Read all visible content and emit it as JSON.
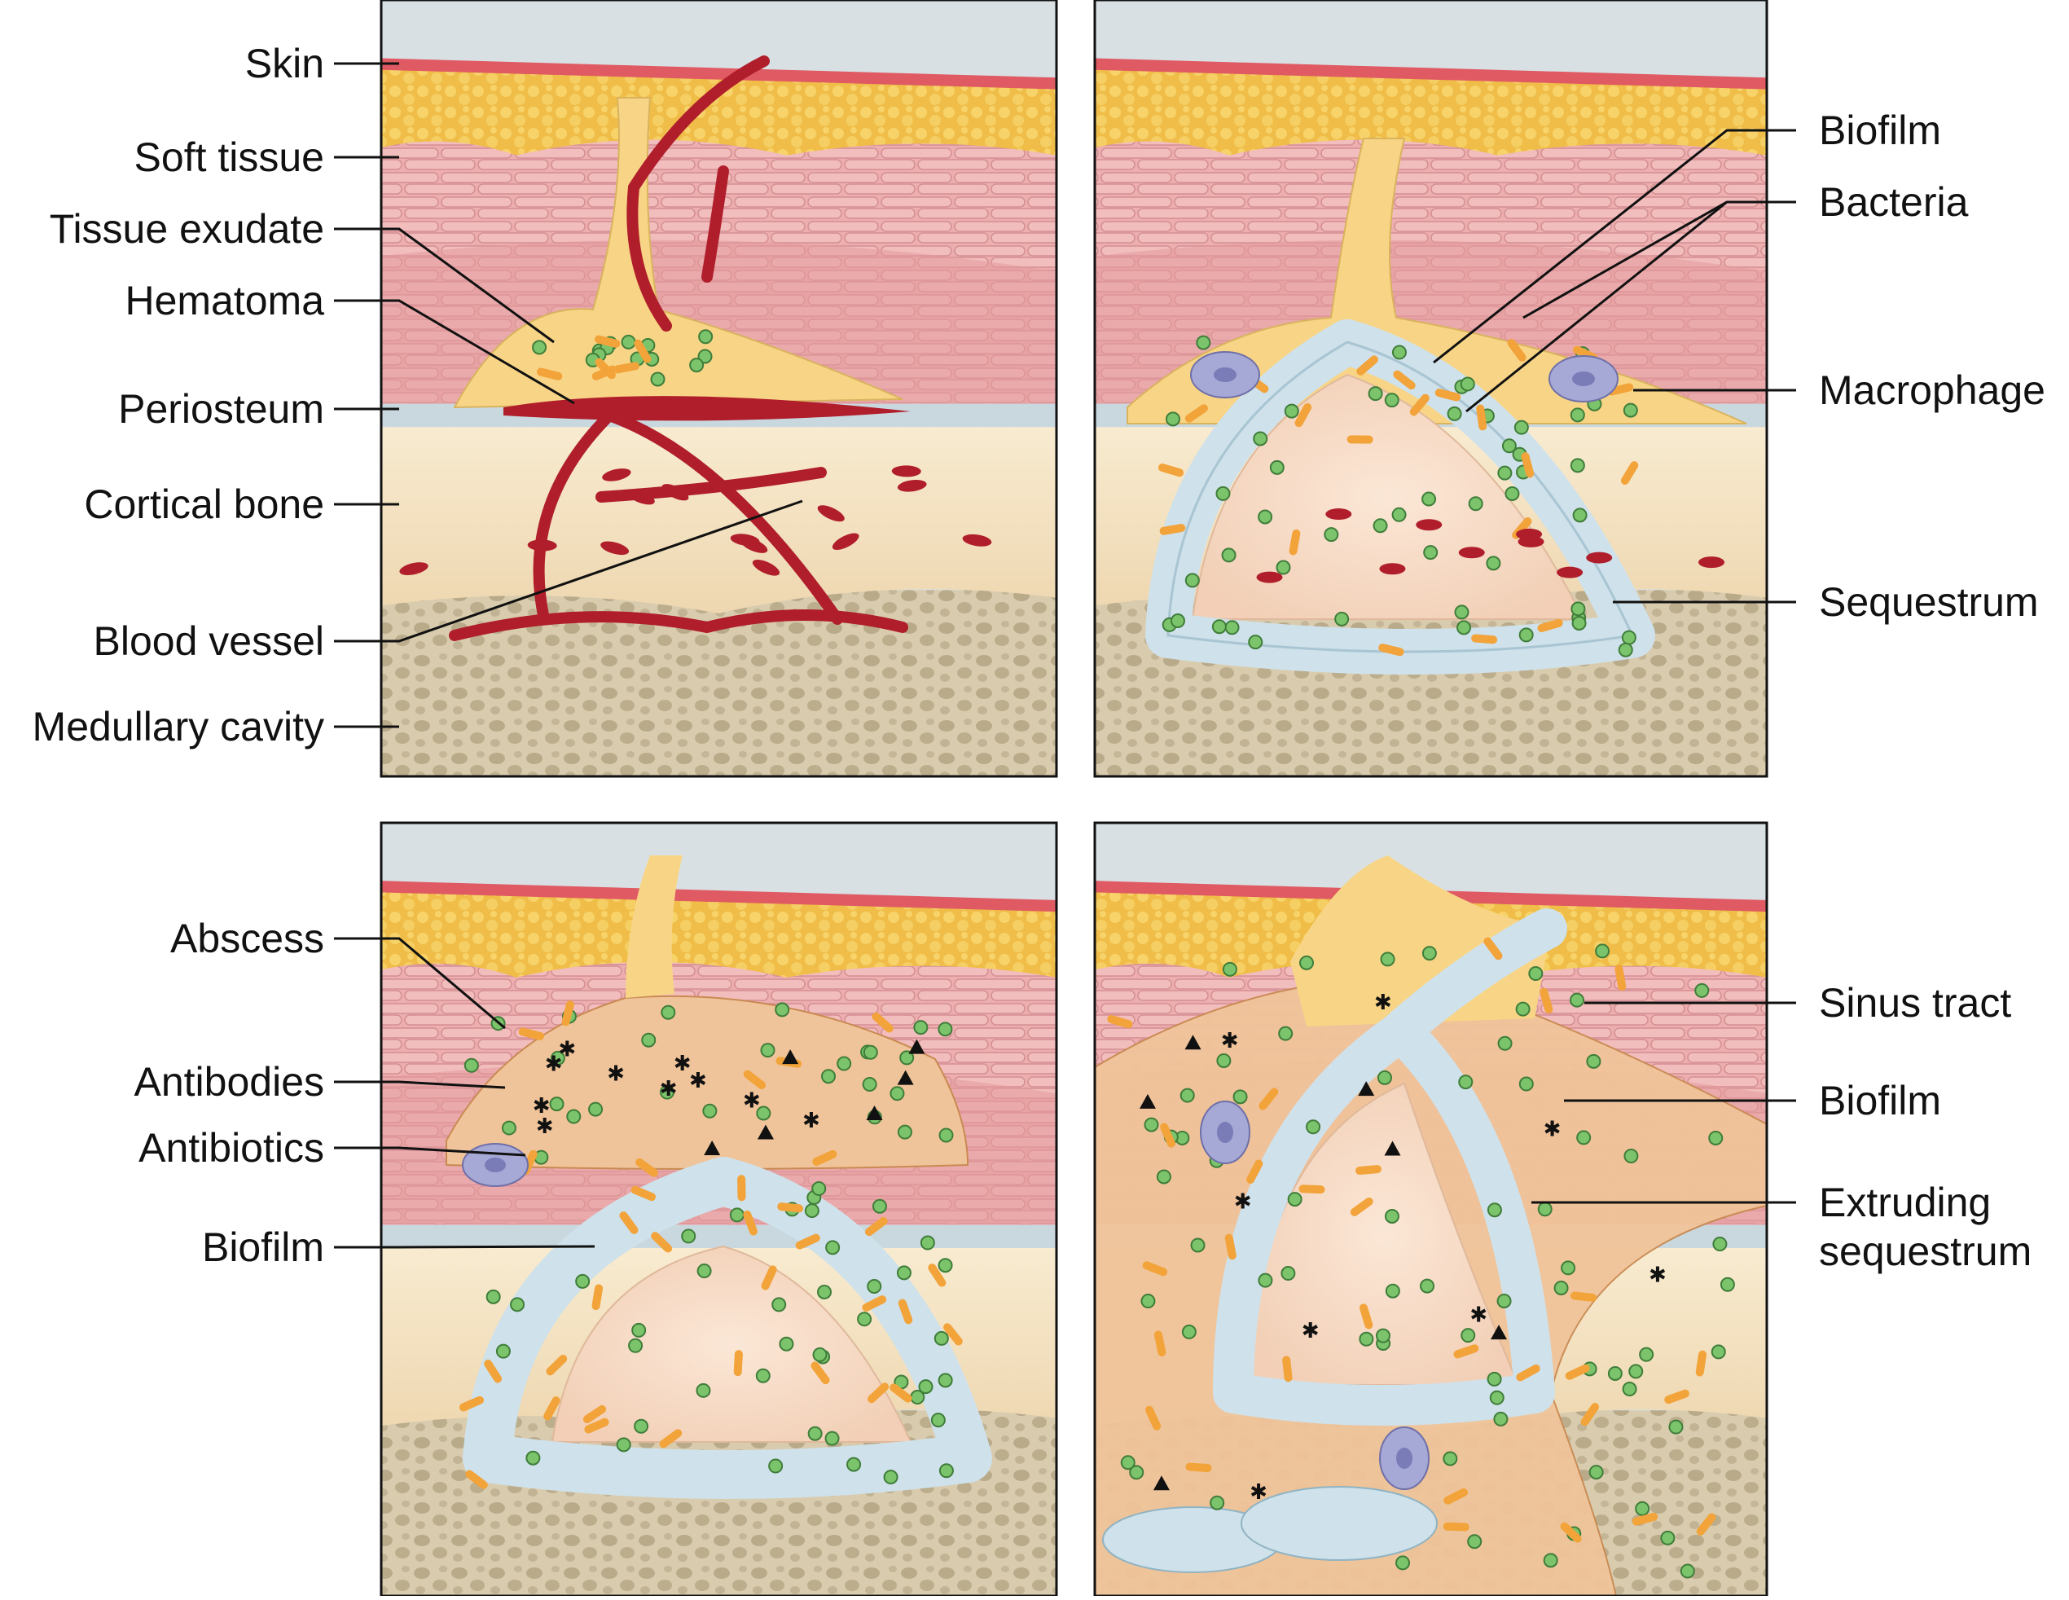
{
  "labels": {
    "skin": "Skin",
    "soft_tissue": "Soft tissue",
    "tissue_exudate": "Tissue exudate",
    "hematoma": "Hematoma",
    "periosteum": "Periosteum",
    "cortical_bone": "Cortical bone",
    "blood_vessel": "Blood vessel",
    "medullary_cavity": "Medullary cavity",
    "biofilm_1": "Biofilm",
    "bacteria": "Bacteria",
    "macrophage": "Macrophage",
    "sequestrum": "Sequestrum",
    "abscess": "Abscess",
    "antibodies": "Antibodies",
    "antibiotics": "Antibiotics",
    "biofilm_2": "Biofilm",
    "sinus_tract": "Sinus tract",
    "biofilm_3": "Biofilm",
    "extruding_1": "Extruding",
    "extruding_2": "sequestrum"
  },
  "colors": {
    "skin": "#e05a63",
    "fat": "#f1c24d",
    "muscle": "#ecaeae",
    "muscle_dark": "#e39a9c",
    "bone": "#f6e6c8",
    "medulla": "#d9ccae",
    "vessel": "#b01e2b",
    "biofilm": "#cfe1ea",
    "bacteria_green": "#7cc46b",
    "bacteria_orange": "#f2a33a",
    "macrophage": "#a6a8d6",
    "abscess": "#f0c49a",
    "exudate": "#f8d586",
    "sky": "#d8e0e4"
  }
}
